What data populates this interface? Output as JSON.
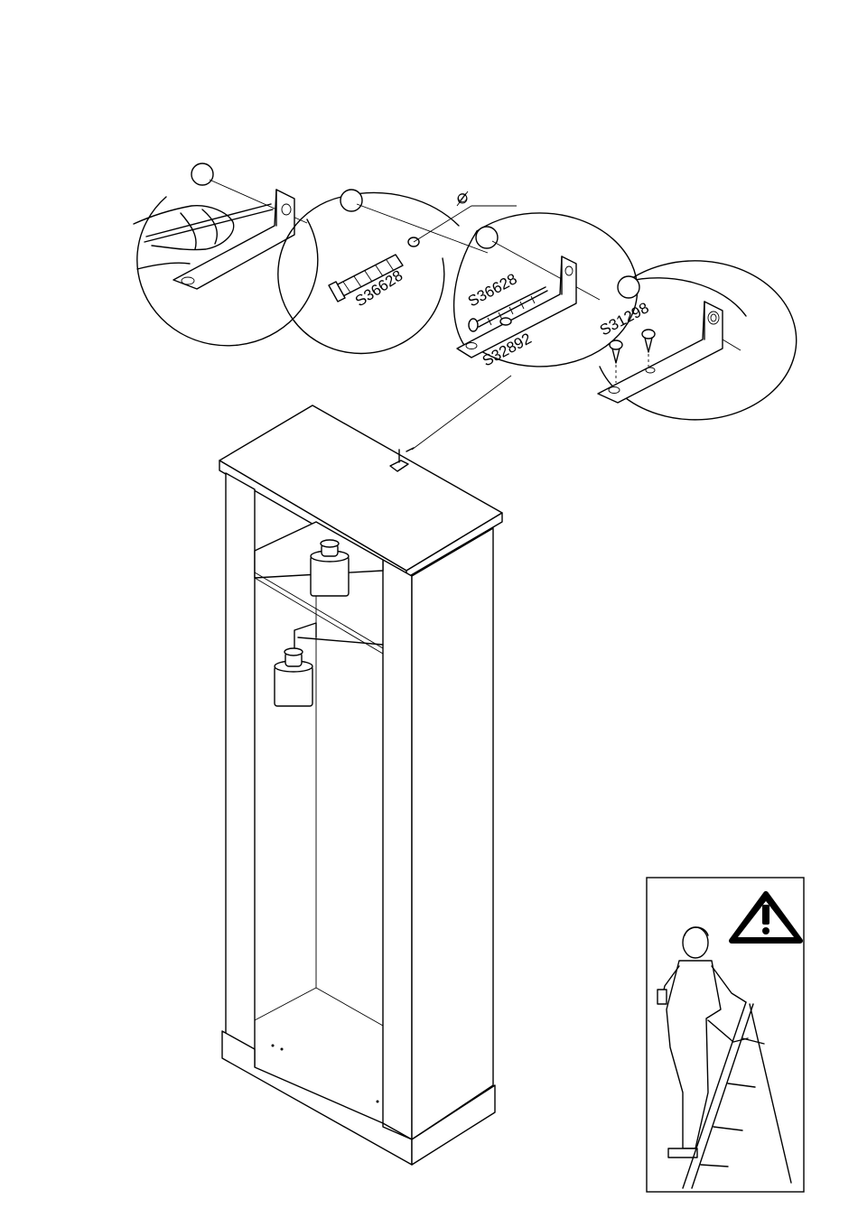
{
  "parts": {
    "dowel": "S36628",
    "screw_long": "S36628",
    "bracket": "S32892",
    "screw_short": "S31298"
  },
  "drill_symbol": "∅",
  "icons": {
    "warning": "warning-triangle-icon",
    "weight": "weight-icon",
    "ladder": "step-ladder-icon"
  }
}
